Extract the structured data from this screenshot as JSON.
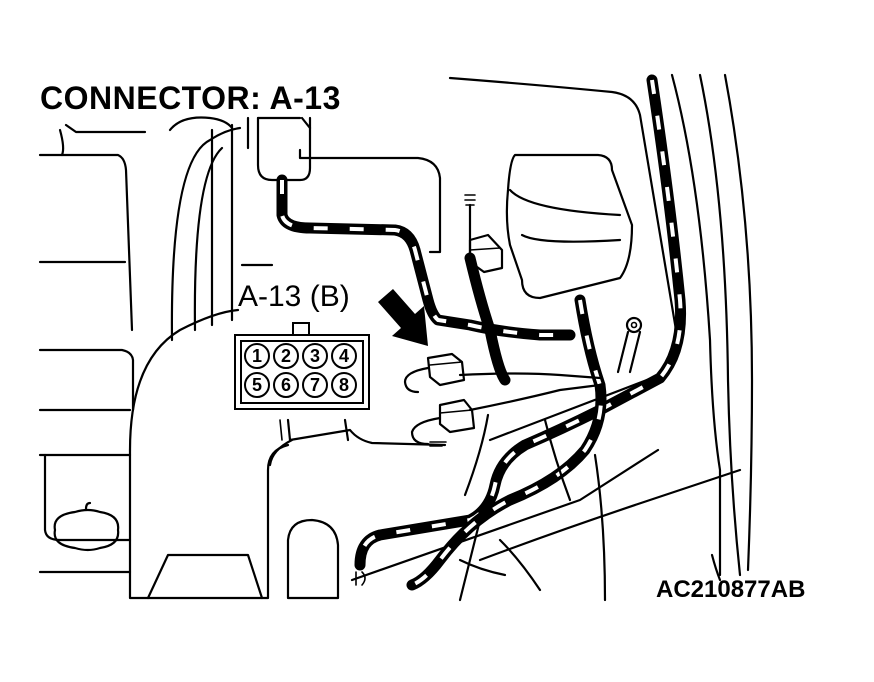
{
  "title": "CONNECTOR: A-13",
  "connector_label": "A-13 (B)",
  "connector_pins": {
    "top": [
      "1",
      "2",
      "3",
      "4"
    ],
    "bottom": [
      "5",
      "6",
      "7",
      "8"
    ]
  },
  "figure_code": "AC210877AB",
  "icons": {
    "pointer": "arrow-pointer-icon",
    "ground": "ground-terminal-icon",
    "connector": "connector-body-icon"
  },
  "colors": {
    "line": "#000000",
    "background": "#ffffff"
  }
}
